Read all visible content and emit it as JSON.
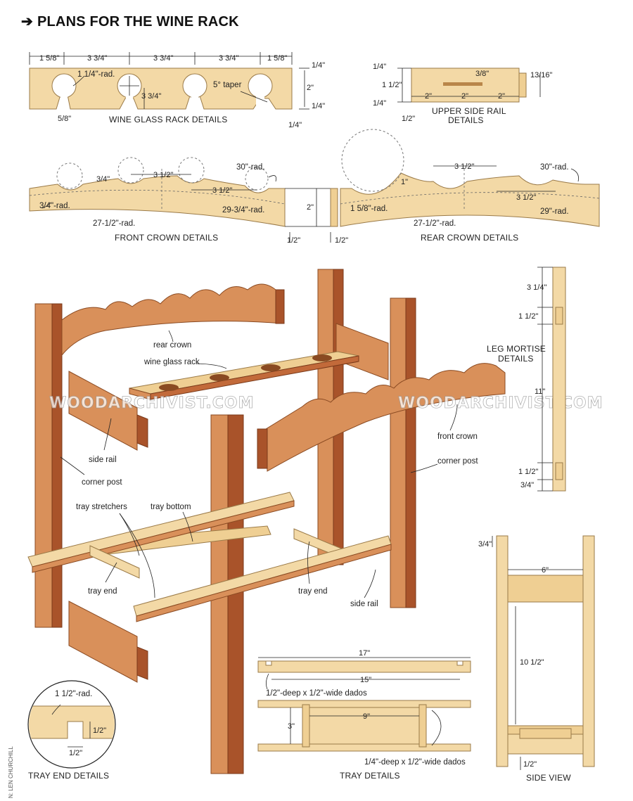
{
  "title": "PLANS FOR THE WINE RACK",
  "watermark": "WOODARCHIVIST.COM",
  "credit": "N: LEN CHURCHILL",
  "captions": {
    "wine_glass_rack": "WINE GLASS RACK DETAILS",
    "upper_side_rail_1": "UPPER SIDE RAIL",
    "upper_side_rail_2": "DETAILS",
    "front_crown": "FRONT CROWN DETAILS",
    "rear_crown": "REAR CROWN DETAILS",
    "leg_mortise_1": "LEG MORTISE",
    "leg_mortise_2": "DETAILS",
    "tray_end": "TRAY END DETAILS",
    "tray": "TRAY DETAILS",
    "side_view": "SIDE VIEW"
  },
  "wine_glass_rack": {
    "dims_top": [
      "1 5/8\"",
      "3 3/4\"",
      "3 3/4\"",
      "3 3/4\"",
      "1 5/8\""
    ],
    "radius": "1 1/4\"-rad.",
    "depth": "3 3/4\"",
    "taper": "5° taper",
    "height": "2\"",
    "slot": "5/8\"",
    "top_qtr": "1/4\"",
    "bot_qtr": "1/4\"",
    "bot_qtr2": "1/4\""
  },
  "upper_side_rail": {
    "left_top": "1/4\"",
    "left_mid": "1 1/2\"",
    "left_bot": "1/4\"",
    "bottom": "1/2\"",
    "tenon": "3/8\"",
    "right": "13/16\"",
    "spans": [
      "2\"",
      "2\"",
      "2\""
    ]
  },
  "front_crown": {
    "arc_radius": "3/4\"",
    "spacing": "3 1/2\"",
    "spacing2": "3 1/2\"",
    "big_radius": "30\"-rad.",
    "small_rad": "3/4\"-rad.",
    "low_rad": "29-3/4\"-rad.",
    "bottom_rad": "27-1/2\"-rad."
  },
  "crown_center": {
    "height": "2\"",
    "left": "1/2\"",
    "right": "1/2\""
  },
  "rear_crown": {
    "spacing": "3 1/2\"",
    "spacing2": "3 1/2\"",
    "one_inch": "1\"",
    "big_radius": "30\"-rad.",
    "small_rad": "1 5/8\"-rad.",
    "low_rad": "29\"-rad.",
    "bottom_rad": "27-1/2\"-rad."
  },
  "assembly_labels": {
    "rear_crown": "rear crown",
    "wine_glass_rack": "wine glass rack",
    "side_rail_left": "side rail",
    "corner_post_left": "corner post",
    "front_crown": "front crown",
    "corner_post_right": "corner post",
    "tray_stretchers": "tray stretchers",
    "tray_bottom": "tray bottom",
    "tray_end_left": "tray end",
    "tray_end_right": "tray end",
    "side_rail_right": "side rail"
  },
  "leg_mortise": {
    "top": "3 1/4\"",
    "mortise1": "1 1/2\"",
    "span": "11\"",
    "mortise2": "1 1/2\"",
    "bottom": "3/4\""
  },
  "tray_end_details": {
    "radius": "1 1/2\"-rad.",
    "depth": "1/2\"",
    "width": "1/2\""
  },
  "tray_details": {
    "length": "17\"",
    "inner": "15\"",
    "dado_top": "1/2\"-deep x 1/2\"-wide dados",
    "width": "3\"",
    "spacing": "9\"",
    "dado_bottom": "1/4\"-deep x 1/2\"-wide dados"
  },
  "side_view": {
    "top": "3/4\"",
    "width": "6\"",
    "height": "10 1/2\"",
    "bottom": "1/2\""
  },
  "colors": {
    "light_wood": "#f3d9a6",
    "dark_wood": "#c26a3a",
    "outline": "#9a7a48"
  }
}
